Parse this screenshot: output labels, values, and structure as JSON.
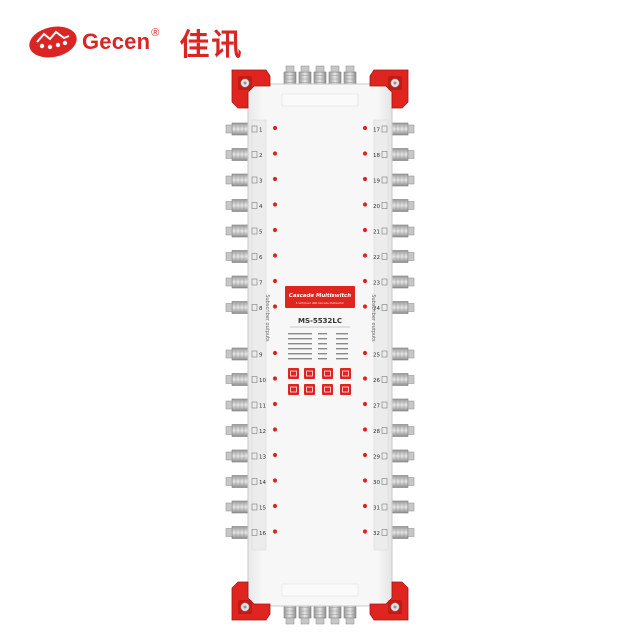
{
  "brand": {
    "name": "Gecen",
    "registered_mark": "®",
    "chinese_name": "佳讯",
    "color": "#d92624"
  },
  "product": {
    "panel_title": "Cascade Multiswitch",
    "panel_subtitle": "5 SAT/Quad LNB Cascade Multiswitch",
    "model": "MS-5532LC",
    "side_label": "Subscriber outputs",
    "body_color": "#f4f4f4",
    "accent_color": "#e0241f"
  },
  "outputs": {
    "left": [
      "1",
      "2",
      "3",
      "4",
      "5",
      "6",
      "7",
      "8",
      "9",
      "10",
      "11",
      "12",
      "13",
      "14",
      "15",
      "16"
    ],
    "right": [
      "17",
      "18",
      "19",
      "20",
      "21",
      "22",
      "23",
      "24",
      "25",
      "26",
      "27",
      "28",
      "29",
      "30",
      "31",
      "32"
    ]
  }
}
